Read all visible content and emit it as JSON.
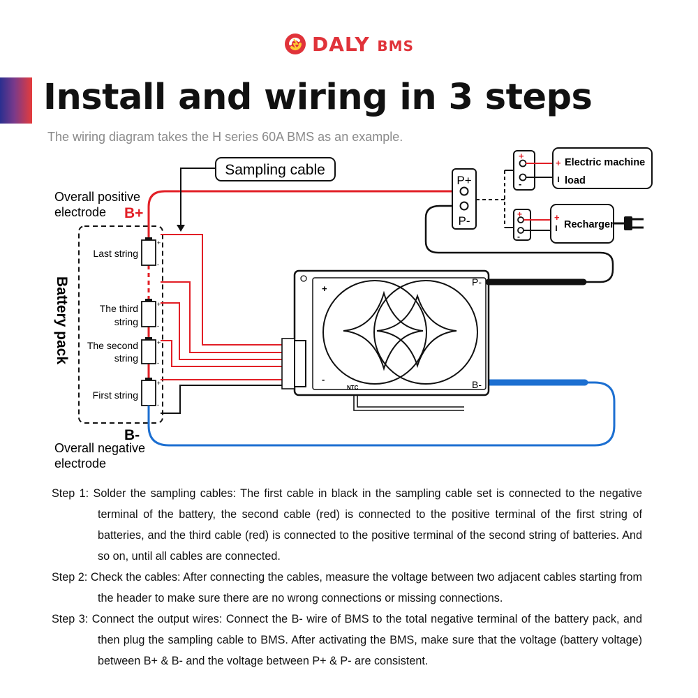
{
  "brand": {
    "name": "DALY",
    "suffix": "BMS",
    "color": "#e0333a"
  },
  "title": "Install and wiring in 3 steps",
  "subtitle": "The wiring diagram takes the H series 60A BMS as an example.",
  "diagram": {
    "sampling_cable": "Sampling cable",
    "positive_electrode": [
      "Overall positive",
      "electrode"
    ],
    "b_plus": "B+",
    "b_minus": "B-",
    "negative_electrode": [
      "Overall negative",
      "electrode"
    ],
    "battery_pack": "Battery pack",
    "strings": {
      "last": "Last string",
      "third": [
        "The third",
        "string"
      ],
      "second": [
        "The second",
        "string"
      ],
      "first": "First string"
    },
    "p_plus": "P+",
    "p_minus": "P-",
    "bms_p_minus": "P-",
    "bms_b_minus": "B-",
    "bms_plus": "+",
    "bms_minus": "-",
    "ntc": "NTC",
    "electric_machine": "Electric machine",
    "load": "load",
    "recharger": "Recharger",
    "plus": "+",
    "minus": "-",
    "colors": {
      "red": "#e21f26",
      "blue": "#1c6fd1",
      "black": "#111111"
    }
  },
  "steps": [
    {
      "label": "Step 1:",
      "text": "Solder the sampling cables: The first cable in black in the sampling cable set is connected to the negative terminal of the battery, the second cable (red) is connected to the positive terminal of the first string of batteries, and the third cable (red) is connected to the positive terminal of the second string of batteries. And so on, until all cables are connected."
    },
    {
      "label": "Step 2:",
      "text": "Check the cables: After connecting the cables, measure the voltage between two adjacent cables starting from the header to make sure there are no wrong connections or missing connections."
    },
    {
      "label": "Step 3:",
      "text": "Connect the output wires: Connect the B- wire of BMS to the total negative terminal of the battery pack, and then plug the sampling cable to BMS. After activating the BMS, make sure that the voltage (battery voltage) between B+ & B- and the voltage between P+ & P- are consistent."
    }
  ]
}
